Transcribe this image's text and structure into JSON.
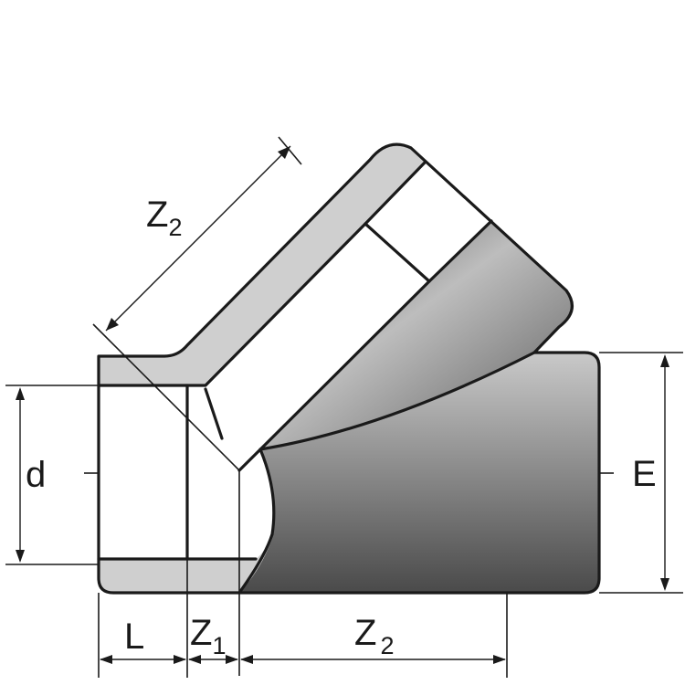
{
  "diagram": {
    "colors": {
      "wall": "#cfcfcf",
      "bore": "#ffffff",
      "shade_light": "#c9c9c9",
      "shade_dark": "#4a4a4a",
      "line": "#1a1a1a"
    },
    "labels": {
      "z2_diag_main": "Z",
      "z2_diag_sub": "2",
      "d": "d",
      "e": "E",
      "l": "L",
      "z1_main": "Z",
      "z1_sub": "1",
      "z2_bottom_main": "Z",
      "z2_bottom_sub": "2"
    }
  }
}
